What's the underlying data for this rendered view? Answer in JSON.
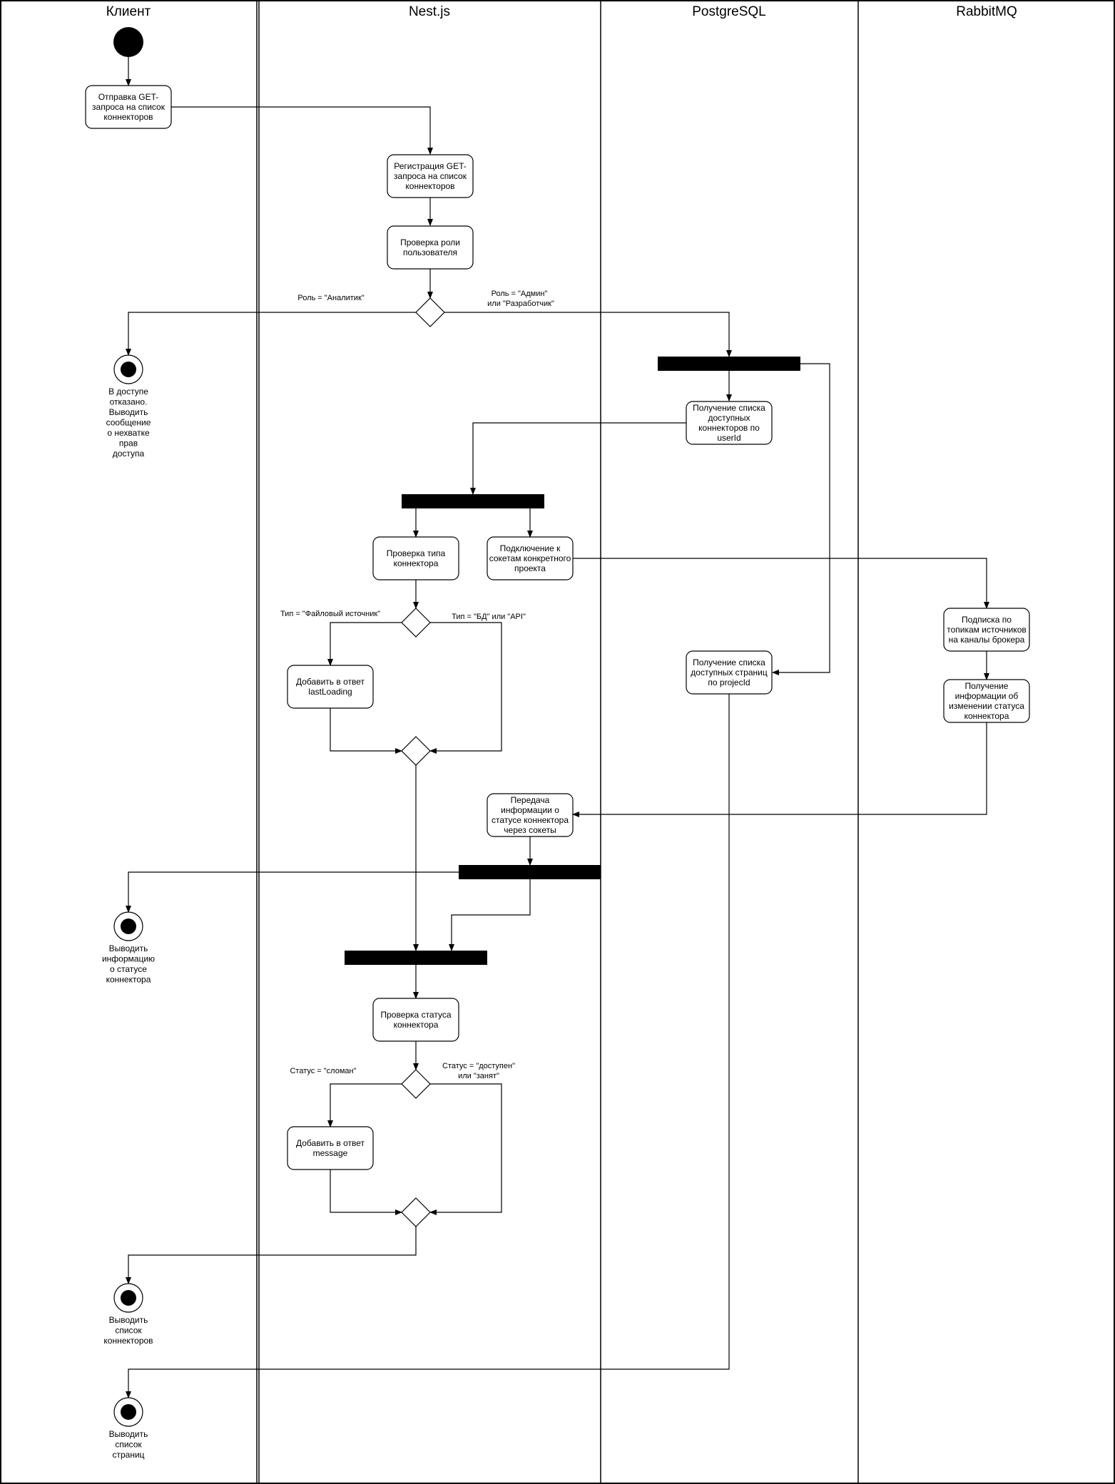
{
  "lanes": [
    "Клиент",
    "Nest.js",
    "PostgreSQL",
    "RabbitMQ"
  ],
  "actions": {
    "send_get": [
      "Отправка GET-",
      "запроса на список",
      "коннекторов"
    ],
    "register_get": [
      "Регистрация GET-",
      "запроса на список",
      "коннекторов"
    ],
    "check_role": [
      "Проверка роли",
      "пользователя"
    ],
    "get_connectors": [
      "Получение списка",
      "доступных",
      "коннекторов по",
      "userId"
    ],
    "check_type": [
      "Проверка типа",
      "коннектора"
    ],
    "connect_sockets": [
      "Подключение к",
      "сокетам конкретного",
      "проекта"
    ],
    "add_lastloading": [
      "Добавить в ответ",
      "lastLoading"
    ],
    "get_pages": [
      "Получение списка",
      "доступных страниц",
      "по projecId"
    ],
    "subscribe_topics": [
      "Подписка по",
      "топикам источников",
      "на каналы брокера"
    ],
    "receive_status": [
      "Получение",
      "информации об",
      "изменении статуса",
      "коннектора"
    ],
    "transfer_status": [
      "Передача",
      "информации о",
      "статусе коннектора",
      "через сокеты"
    ],
    "check_status": [
      "Проверка статуса",
      "коннектора"
    ],
    "add_message": [
      "Добавить в ответ",
      "message"
    ]
  },
  "end_labels": {
    "access_denied": [
      "В доступе",
      "отказано.",
      "Выводить",
      "сообщение",
      "о нехватке",
      "прав",
      "доступа"
    ],
    "status_info": [
      "Выводить",
      "информацию",
      "о статусе",
      "коннектора"
    ],
    "connector_list": [
      "Выводить",
      "список",
      "коннекторов"
    ],
    "page_list": [
      "Выводить",
      "список",
      "страниц"
    ]
  },
  "guards": {
    "role_analyst": "Роль = \"Аналитик\"",
    "role_admin": [
      "Роль = \"Админ\"",
      "или \"Разработчик\""
    ],
    "type_file": "Тип = \"Файловый источник\"",
    "type_db_api": "Тип = \"БД\" или \"API\"",
    "status_broken": "Статус = \"сломан\"",
    "status_available": [
      "Статус = \"доступен\"",
      "или \"занят\""
    ]
  },
  "colors": {
    "stroke": "#000000",
    "background": "#ffffff"
  }
}
